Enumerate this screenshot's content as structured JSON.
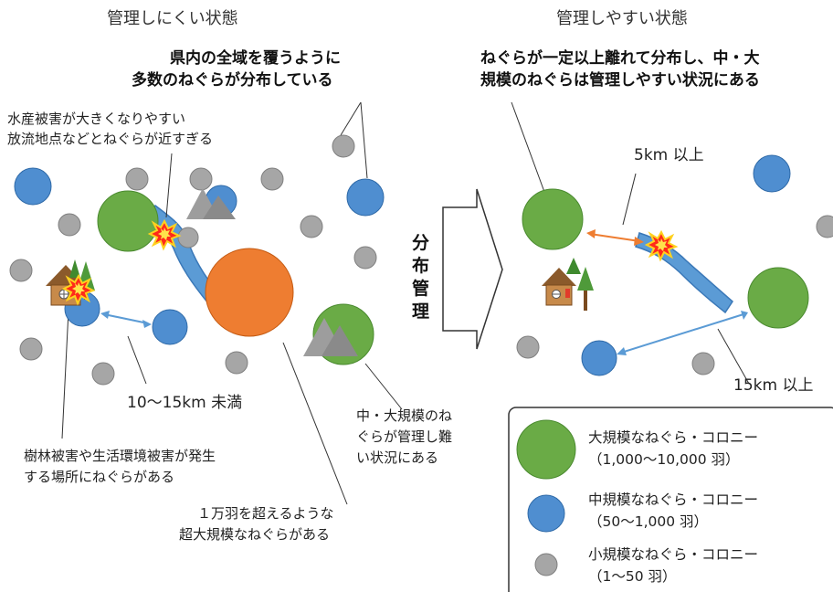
{
  "headers": {
    "left": "管理しにくい状態",
    "right": "管理しやすい状態"
  },
  "left_notes": {
    "top_bold_1": "県内の全域を覆うように",
    "top_bold_2": "多数のねぐらが分布している",
    "water_1": "水産被害が大きくなりやすい",
    "water_2": "放流地点などとねぐらが近すぎる",
    "distance": "10～15km 未満",
    "forest_1": "樹林被害や生活環境被害が発生",
    "forest_2": "する場所にねぐらがある",
    "huge_1": "１万羽を超えるような",
    "huge_2": "超大規模なねぐらがある",
    "mid_1": "中・大規模のね",
    "mid_2": "ぐらが管理し難",
    "mid_3": "い状況にある"
  },
  "arrow": {
    "chars": [
      "分",
      "布",
      "管",
      "理"
    ]
  },
  "right_notes": {
    "top_bold_1": "ねぐらが一定以上離れて分布し、中・大",
    "top_bold_2": "規模のねぐらは管理しやすい状況にある",
    "dist_5km": "5km 以上",
    "dist_15km": "15km 以上"
  },
  "legend": {
    "large_1": "大規模なねぐら・コロニー",
    "large_2": "（1,000～10,000 羽）",
    "medium_1": "中規模なねぐら・コロニー",
    "medium_2": "（50～1,000 羽）",
    "small_1": "小規模なねぐら・コロニー",
    "small_2": "（1～50 羽）"
  },
  "colors": {
    "large": "#6aab46",
    "medium": "#4f8ed0",
    "small": "#a6a6a6",
    "huge": "#ee7d31",
    "river": "#5b9bd5",
    "arrow_orange": "#ee7d31",
    "arrow_blue": "#5b9bd5"
  },
  "icons": [
    "house-icon",
    "tree-icon",
    "mountain-icon",
    "explosion-icon",
    "river-icon"
  ]
}
